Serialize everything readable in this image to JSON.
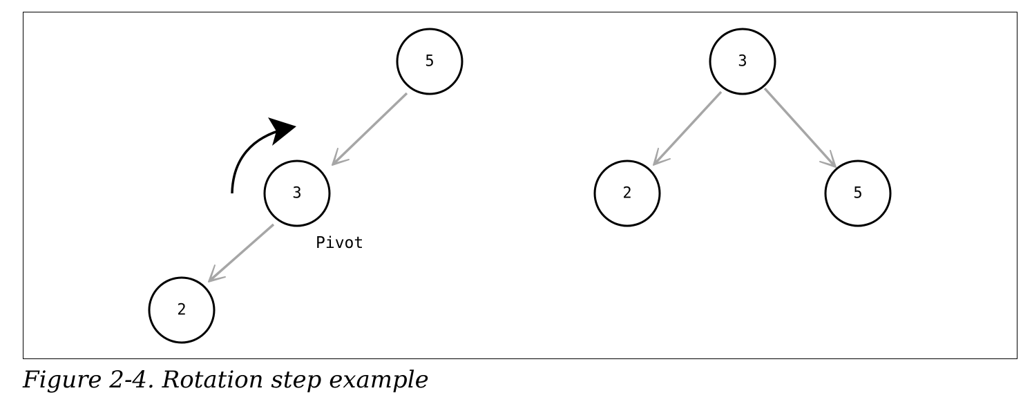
{
  "diagram": {
    "before": {
      "nodes": [
        {
          "id": "b5",
          "label": "5"
        },
        {
          "id": "b3",
          "label": "3"
        },
        {
          "id": "b2",
          "label": "2"
        }
      ],
      "edges": [
        {
          "from": "b5",
          "to": "b3"
        },
        {
          "from": "b3",
          "to": "b2"
        }
      ],
      "pivot_label": "Pivot"
    },
    "after": {
      "nodes": [
        {
          "id": "a3",
          "label": "3"
        },
        {
          "id": "a2",
          "label": "2"
        },
        {
          "id": "a5",
          "label": "5"
        }
      ],
      "edges": [
        {
          "from": "a3",
          "to": "a2"
        },
        {
          "from": "a3",
          "to": "a5"
        }
      ]
    },
    "colors": {
      "node_stroke": "#000000",
      "edge": "#a6a6a6",
      "rotation_arrow": "#000000"
    }
  },
  "caption": "Figure 2-4. Rotation step example"
}
